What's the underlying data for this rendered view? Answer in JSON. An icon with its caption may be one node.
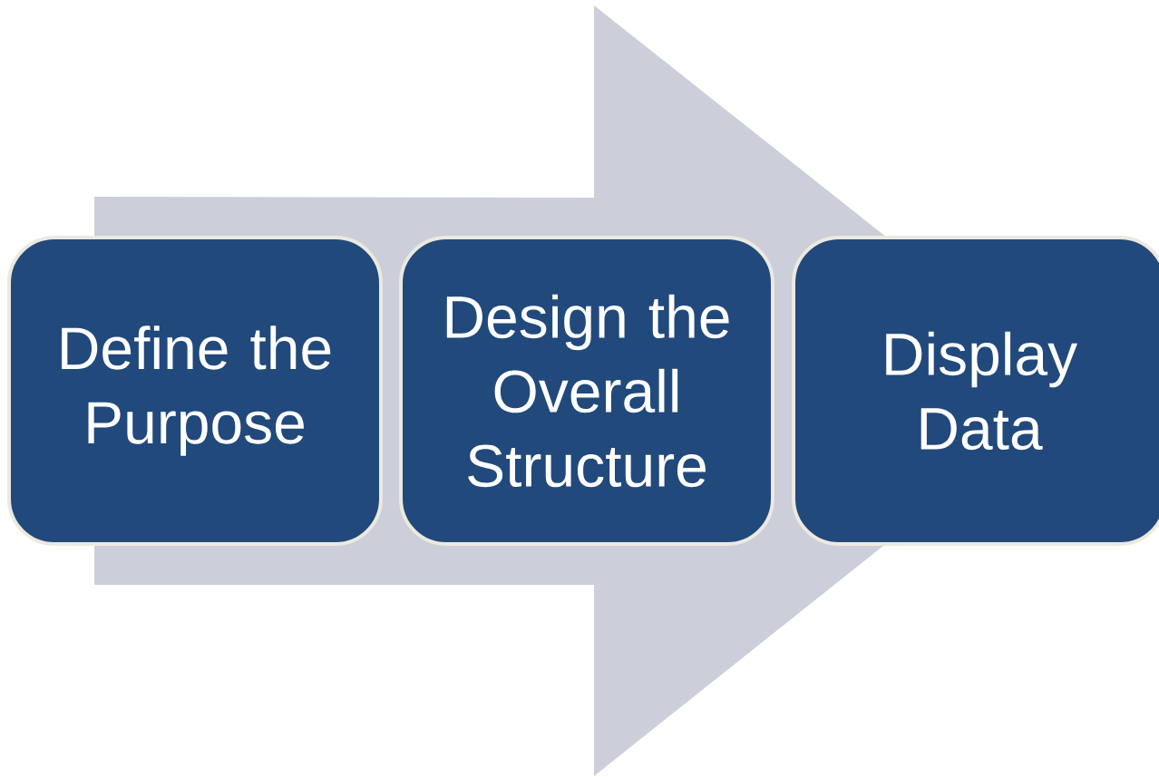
{
  "diagram": {
    "nodes": [
      {
        "text": [
          "Define the Purpose"
        ]
      },
      {
        "text": [
          "Design the Overall Structure"
        ]
      },
      {
        "text": [
          "Display Data"
        ]
      }
    ],
    "edges": [
      {
        "from": 0,
        "to": 2,
        "arrow": "to"
      }
    ]
  }
}
